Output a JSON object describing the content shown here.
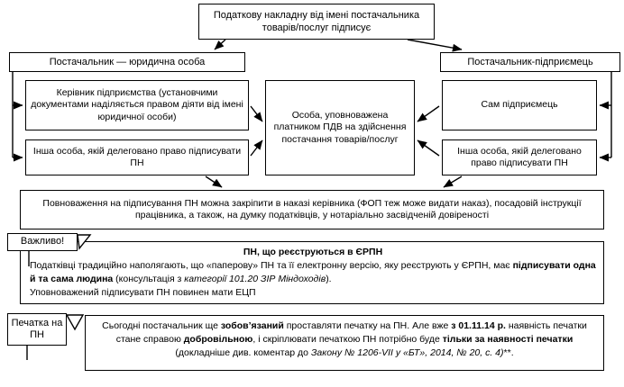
{
  "diagram": {
    "title_box": {
      "text": "Податкову накладну від імені постачальника товарів/послуг підписує"
    },
    "branches": {
      "legal_entity": "Постачальник — юридична особа",
      "entrepreneur": "Постачальник-підприємець"
    },
    "signers": {
      "director": "Керівник підприємства (установчими документами наділяється правом діяти від імені юридичної особи)",
      "other_left": "Інша особа, якій делеговано право підписувати ПН",
      "authorized_center": "Особа, уповноважена платником ПДВ на здійснення постачання товарів/послуг",
      "self_entrepreneur": "Сам підприємець",
      "other_right": "Інша особа, якій делеговано право підписувати ПН"
    },
    "powers_note": "Повноваження на підписування ПН можна закріпити в наказі керівника (ФОП теж може видати наказ), посадовій інструкції працівника, а також, на думку податківців, у нотаріально засвідченій довіреності",
    "important_callout": {
      "tab_label": "Важливо!",
      "heading": "ПН, що реєструються в ЄРПН",
      "line1_a": "Податківці традиційно наполягають, що «паперову» ПН та її електронну версію, яку реєструють у ЄРПН, має ",
      "line1_b": "підписувати одна й та сама людина",
      "line1_c": " (консультація з ",
      "line1_d": "категорії 101.20 ЗІР Міндоходів",
      "line1_e": ").",
      "line2": "Уповноважений підписувати ПН повинен мати ЕЦП"
    },
    "seal_callout": {
      "tab_label": "Печатка на ПН",
      "t1": "Сьогодні постачальник ще ",
      "t2": "зобов’язаний",
      "t3": " проставляти печатку на ПН. Але вже ",
      "t4": "з 01.11.14 р.",
      "t5": " наявність печатки стане справою ",
      "t6": "добровільною",
      "t7": ", і скріплювати печаткою ПН потрібно буде ",
      "t8": "тільки за наявності печатки",
      "t9": " (докладніше див. коментар до ",
      "t10": "Закону № 1206-VII у «БТ», 2014, № 20, с. 4)",
      "t11": "**."
    }
  },
  "colors": {
    "stroke": "#000000",
    "background": "#ffffff",
    "text": "#000000"
  }
}
